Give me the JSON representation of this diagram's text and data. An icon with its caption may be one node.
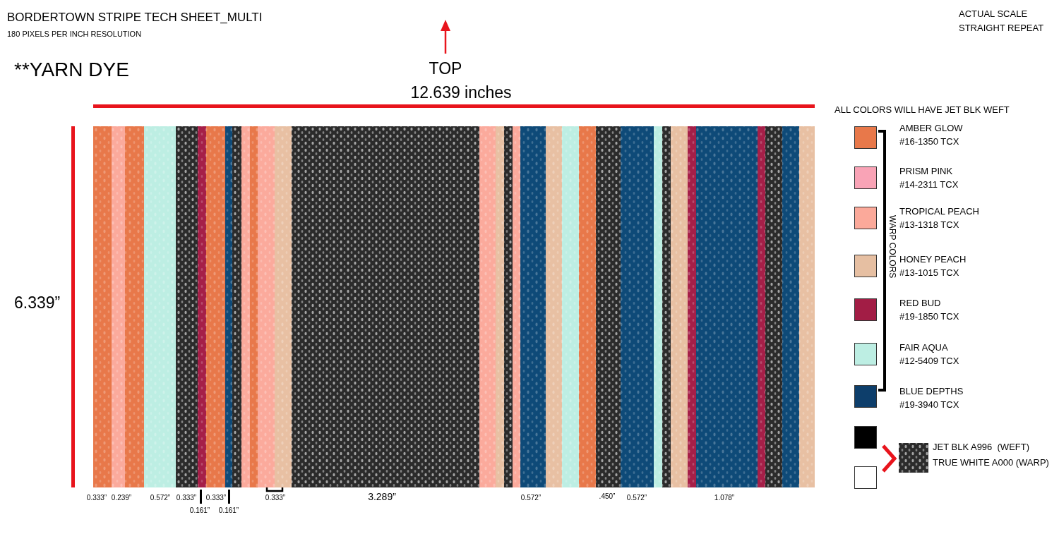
{
  "diagram": {
    "title": "BORDERTOWN STRIPE TECH SHEET_MULTI",
    "labels": [
      "180 PIXELS PER INCH RESOLUTION",
      "ACTUAL SCALE",
      "STRAIGHT REPEAT",
      "**YARN DYE",
      "TOP",
      "12.639 inches",
      "ALL COLORS WILL HAVE JET BLK WEFT",
      "6.339”",
      "#16-1350 TCX",
      "#14-2311 TCX",
      "#13-1318 TCX",
      "#13-1015 TCX",
      "#19-1850 TCX",
      "#12-5409 TCX",
      "#19-3940 TCX",
      "WARP COLORS",
      "0.333”",
      "0.239”",
      "0.572”",
      "0.333”",
      "0.161”",
      "0.333”",
      "0.161”",
      "0.333”",
      "3.289”",
      "0.572”",
      ".450”",
      "0.572”",
      "1.078”"
    ],
    "legend": [
      {
        "text": "AMBER GLOW",
        "color": "#e8784a"
      },
      {
        "text": "PRISM PINK",
        "color": "#f9a3b6"
      },
      {
        "text": "TROPICAL PEACH",
        "color": "#fba99a"
      },
      {
        "text": "HONEY PEACH",
        "color": "#e6bfa2"
      },
      {
        "text": "RED BUD",
        "color": "#a21d45"
      },
      {
        "text": "FAIR AQUA",
        "color": "#bdeee3"
      },
      {
        "text": "BLUE DEPTHS",
        "color": "#0d3e6b"
      },
      {
        "text": "JET BLK A996  (WEFT)",
        "color": "#000000"
      },
      {
        "text": "TRUE WHITE A000 (WARP)",
        "color": "#ffffff"
      }
    ]
  }
}
